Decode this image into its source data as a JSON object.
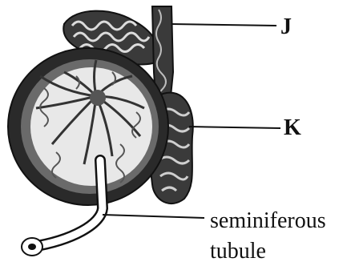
{
  "figure": {
    "labels": {
      "j": "J",
      "k": "K",
      "seminiferous_line1": "seminiferous",
      "seminiferous_line2": "tubule"
    },
    "colors": {
      "ink": "#111111",
      "paper": "#ffffff",
      "tissue_dark": "#2a2a2a",
      "tissue_mid": "#666666",
      "tissue_light": "#e8e8e8"
    }
  }
}
